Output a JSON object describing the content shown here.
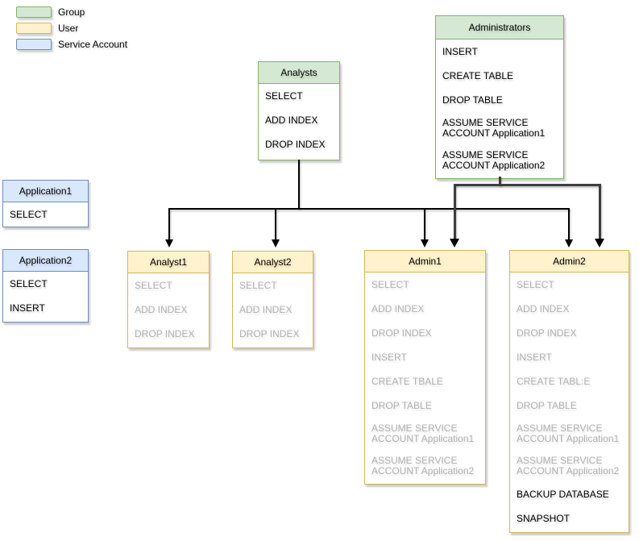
{
  "colors": {
    "group_fill": "#d5e8d4",
    "group_border": "#82b366",
    "user_fill": "#fff2cc",
    "user_border": "#d6b656",
    "service_fill": "#dae8fc",
    "service_border": "#6c8ebf",
    "muted_text": "#b2b2b2",
    "edge": "#000000"
  },
  "legend": {
    "items": [
      {
        "label": "Group",
        "type": "group"
      },
      {
        "label": "User",
        "type": "user"
      },
      {
        "label": "Service Account",
        "type": "service-account"
      }
    ]
  },
  "nodes": {
    "administrators": {
      "title": "Administrators",
      "type": "group",
      "items": [
        {
          "label": "INSERT",
          "muted": false
        },
        {
          "label": "CREATE TABLE",
          "muted": false
        },
        {
          "label": "DROP TABLE",
          "muted": false
        },
        {
          "label": "ASSUME SERVICE ACCOUNT Application1",
          "muted": false,
          "two_line": true
        },
        {
          "label": "ASSUME SERVICE ACCOUNT Application2",
          "muted": false,
          "two_line": true
        }
      ]
    },
    "analysts": {
      "title": "Analysts",
      "type": "group",
      "items": [
        {
          "label": "SELECT",
          "muted": false
        },
        {
          "label": "ADD INDEX",
          "muted": false
        },
        {
          "label": "DROP INDEX",
          "muted": false
        }
      ]
    },
    "application1": {
      "title": "Application1",
      "type": "service-account",
      "items": [
        {
          "label": "SELECT",
          "muted": false
        }
      ]
    },
    "application2": {
      "title": "Application2",
      "type": "service-account",
      "items": [
        {
          "label": "SELECT",
          "muted": false
        },
        {
          "label": "INSERT",
          "muted": false
        }
      ]
    },
    "analyst1": {
      "title": "Analyst1",
      "type": "user",
      "items": [
        {
          "label": "SELECT",
          "muted": true
        },
        {
          "label": "ADD INDEX",
          "muted": true
        },
        {
          "label": "DROP INDEX",
          "muted": true
        }
      ]
    },
    "analyst2": {
      "title": "Analyst2",
      "type": "user",
      "items": [
        {
          "label": "SELECT",
          "muted": true
        },
        {
          "label": "ADD INDEX",
          "muted": true
        },
        {
          "label": "DROP INDEX",
          "muted": true
        }
      ]
    },
    "admin1": {
      "title": "Admin1",
      "type": "user",
      "items": [
        {
          "label": "SELECT",
          "muted": true
        },
        {
          "label": "ADD INDEX",
          "muted": true
        },
        {
          "label": "DROP INDEX",
          "muted": true
        },
        {
          "label": "INSERT",
          "muted": true
        },
        {
          "label": "CREATE TBALE",
          "muted": true
        },
        {
          "label": "DROP TABLE",
          "muted": true
        },
        {
          "label": "ASSUME SERVICE ACCOUNT Application1",
          "muted": true,
          "two_line": true
        },
        {
          "label": "ASSUME SERVICE ACCOUNT Application2",
          "muted": true,
          "two_line": true
        }
      ]
    },
    "admin2": {
      "title": "Admin2",
      "type": "user",
      "items": [
        {
          "label": "SELECT",
          "muted": true
        },
        {
          "label": "ADD INDEX",
          "muted": true
        },
        {
          "label": "DROP INDEX",
          "muted": true
        },
        {
          "label": "INSERT",
          "muted": true
        },
        {
          "label": "CREATE TABL:E",
          "muted": true
        },
        {
          "label": "DROP TABLE",
          "muted": true
        },
        {
          "label": "ASSUME SERVICE ACCOUNT Application1",
          "muted": true,
          "two_line": true
        },
        {
          "label": "ASSUME SERVICE ACCOUNT Application2",
          "muted": true,
          "two_line": true
        },
        {
          "label": "BACKUP DATABASE",
          "muted": false
        },
        {
          "label": "SNAPSHOT",
          "muted": false
        }
      ]
    }
  },
  "edges": [
    {
      "from": "Analysts",
      "to": "Analyst1"
    },
    {
      "from": "Analysts",
      "to": "Analyst2"
    },
    {
      "from": "Analysts",
      "to": "Admin1"
    },
    {
      "from": "Analysts",
      "to": "Admin2"
    },
    {
      "from": "Administrators",
      "to": "Admin1"
    },
    {
      "from": "Administrators",
      "to": "Admin2"
    }
  ]
}
